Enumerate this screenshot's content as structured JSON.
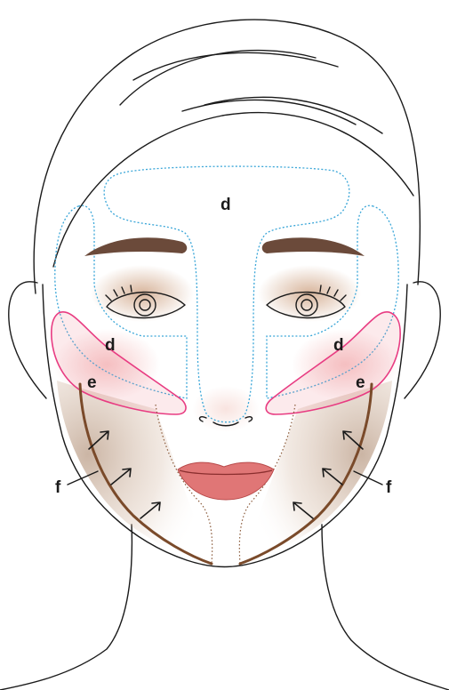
{
  "labels": {
    "forehead": "d",
    "cheek_left": "d",
    "cheek_right": "d",
    "cheekbone_left": "e",
    "cheekbone_right": "e",
    "jaw_left": "f",
    "jaw_right": "f"
  },
  "colors": {
    "outline": "#1a1a1a",
    "zone_d": "#3aa6d8",
    "zone_e": "#e83c82",
    "zone_f": "#7a4a2a",
    "lips": "#e07676",
    "eyebrows": "#6b4a3a",
    "eyeshadow": "#c98d5f"
  }
}
